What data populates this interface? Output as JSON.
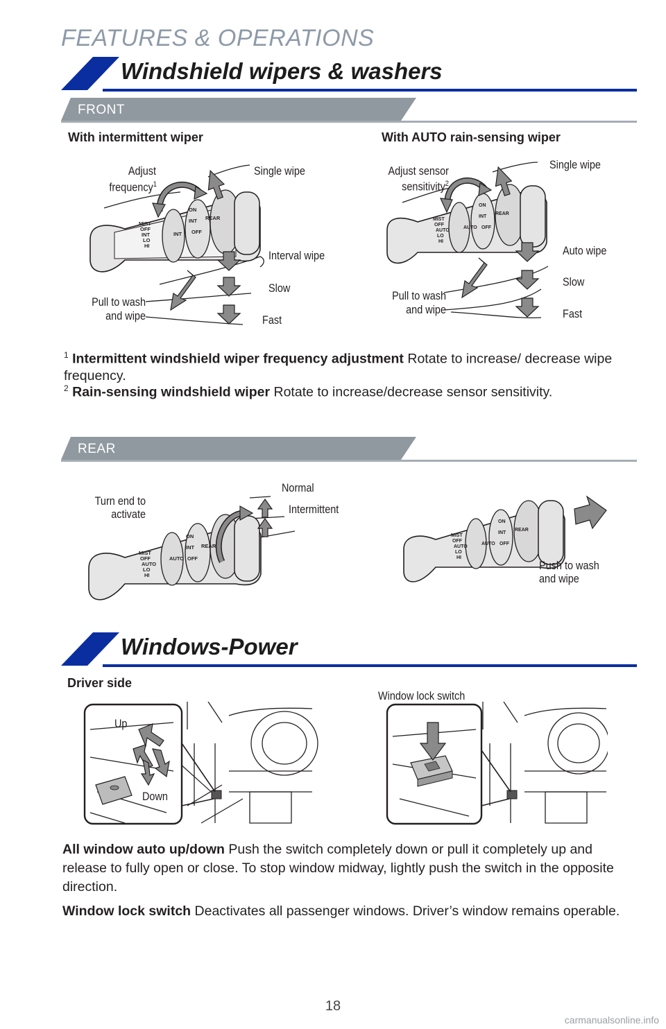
{
  "page": {
    "header": "FEATURES & OPERATIONS",
    "page_number": "18",
    "watermark": "carmanualsonline.info"
  },
  "wipers": {
    "title": "Windshield wipers & washers",
    "front": {
      "label": "FRONT",
      "intermittent": {
        "heading": "With intermittent wiper",
        "adjust": "Adjust",
        "frequency": "frequency",
        "frequency_sup": "1",
        "single_wipe": "Single wipe",
        "interval_wipe": "Interval wipe",
        "slow": "Slow",
        "fast": "Fast",
        "pull_line1": "Pull to wash",
        "pull_line2": "and wipe"
      },
      "auto": {
        "heading": "With AUTO rain-sensing wiper",
        "adjust_line1": "Adjust sensor",
        "adjust_line2": "sensitivity",
        "adjust_sup": "2",
        "single_wipe": "Single wipe",
        "auto_wipe": "Auto wipe",
        "slow": "Slow",
        "fast": "Fast",
        "pull_line1": "Pull to wash",
        "pull_line2": "and wipe"
      },
      "footnote1_mark": "1",
      "footnote1_bold": "Intermittent windshield wiper frequency adjustment",
      "footnote1_text": "Rotate to increase/ decrease wipe frequency.",
      "footnote2_mark": "2",
      "footnote2_bold": "Rain-sensing windshield wiper",
      "footnote2_text": "Rotate to increase/decrease sensor sensitivity."
    },
    "rear": {
      "label": "REAR",
      "turn_line1": "Turn end to",
      "turn_line2": "activate",
      "normal": "Normal",
      "intermittent": "Intermittent",
      "push_line1": "Push to wash",
      "push_line2": "and wipe"
    },
    "stalk_text": {
      "mist": "MIST",
      "off": "OFF",
      "int": "INT",
      "auto": "AUTO",
      "lo": "LO",
      "hi": "HI",
      "on": "ON",
      "rear": "REAR"
    }
  },
  "windows": {
    "title": "Windows-Power",
    "driver_side": "Driver side",
    "up": "Up",
    "down": "Down",
    "lock_switch_label": "Window lock switch",
    "para1_bold": "All window auto up/down",
    "para1_text": "Push the switch completely down or pull it completely up and release to fully open or close. To stop window midway, lightly push the switch in the opposite direction.",
    "para2_bold": "Window lock switch",
    "para2_text": "Deactivates all passenger windows. Driver’s window remains operable."
  },
  "colors": {
    "accent_blue": "#0a2ea0",
    "gray_band": "#8f999f",
    "header_gray": "#8d9aa8"
  }
}
